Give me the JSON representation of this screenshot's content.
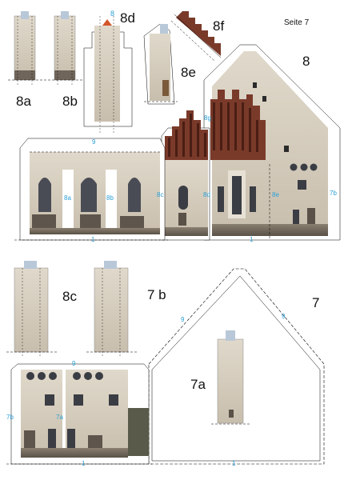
{
  "page_label": "Seite 7",
  "part_labels": {
    "p8a": "8a",
    "p8b": "8b",
    "p8c": "8c",
    "p8d": "8d",
    "p8e": "8e",
    "p8f": "8f",
    "p8": "8",
    "p7": "7",
    "p7a": "7a",
    "p7b": "7 b"
  },
  "glue_marks": {
    "g9_top": "9",
    "g1_top": "1",
    "g8a": "8a",
    "g8b": "8b",
    "g8c": "8c",
    "g8d": "8d",
    "g8e": "8e",
    "g8g": "8g",
    "g7b_right": "7b",
    "g1_right": "1",
    "g9_left_gable": "9",
    "g9_right_gable": "9",
    "g1_gable": "1",
    "g9_bottom": "9",
    "g7b_left": "7b",
    "g7a_small": "7a",
    "g1_bottom": "1"
  },
  "colors": {
    "wall": "#d7cfbf",
    "wall_dark": "#c9bfac",
    "roof_tile": "#7a3a2a",
    "ground": "#6f655a",
    "glue_blue": "#2a9fd6",
    "window_dark": "#3b3d44"
  }
}
